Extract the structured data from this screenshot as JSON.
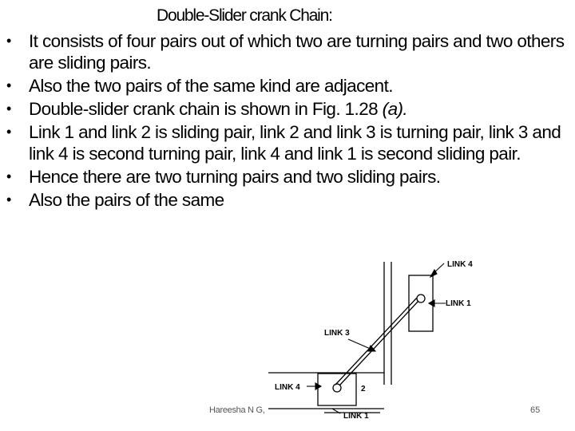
{
  "title": "Double-Slider crank Chain:",
  "bullets": [
    {
      "text": "It consists of four pairs out of which two are turning pairs and two  others are sliding pairs."
    },
    {
      "text": "Also the two pairs of the same kind are adjacent."
    },
    {
      "text": "Double-slider crank chain is shown in Fig. 1.28",
      "italic_suffix": " (a)."
    },
    {
      "text": "Link 1 and link 2 is sliding pair, link 2 and link 3 is turning pair, link 3 and link 4 is second turning pair, link 4 and link 1 is second sliding pair."
    },
    {
      "text": "Hence there are two  turning pairs and two sliding pairs."
    },
    {
      "text": "Also the pairs of the same"
    }
  ],
  "figure": {
    "labels": {
      "link4_top": "LINK 4",
      "link1_right": "LINK 1",
      "link3": "LINK 3",
      "link4_bottom": "LINK 4",
      "num2": "2",
      "link1_bottom": "LINK 1"
    }
  },
  "footer": {
    "author": "Hareesha N G,",
    "page": "65"
  }
}
